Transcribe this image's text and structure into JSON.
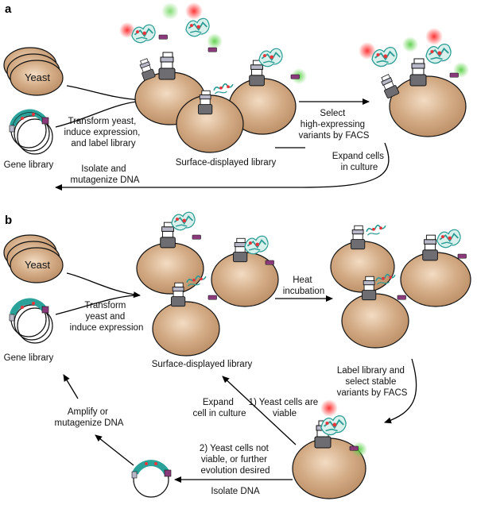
{
  "panel_a": {
    "tag": "a",
    "yeast": "Yeast",
    "gene_library": "Gene library",
    "transform": [
      "Transform yeast,",
      "induce expression,",
      "and label library"
    ],
    "surface_library": "Surface-displayed library",
    "select": [
      "Select",
      "high-expressing",
      "variants by FACS"
    ],
    "expand": [
      "Expand cells",
      "in culture"
    ],
    "isolate": [
      "Isolate and",
      "mutagenize DNA"
    ]
  },
  "panel_b": {
    "tag": "b",
    "yeast": "Yeast",
    "gene_library": "Gene library",
    "transform": [
      "Transform",
      "yeast and",
      "induce expression"
    ],
    "surface_library": "Surface-displayed library",
    "heat": [
      "Heat",
      "incubation"
    ],
    "label_select": [
      "Label library and",
      "select stable",
      "variants by FACS"
    ],
    "viable": [
      "1) Yeast cells are",
      "viable"
    ],
    "expand": [
      "Expand",
      "cell in culture"
    ],
    "not_viable": [
      "2) Yeast cells not",
      "viable, or further",
      "evolution desired"
    ],
    "isolate": "Isolate DNA",
    "amplify": [
      "Amplify or",
      "mutagenize DNA"
    ]
  },
  "colors": {
    "cell": "#c8a07a",
    "cell_edge": "#111111",
    "protein": "#2a9d94",
    "label_red": "#e8343a",
    "label_green": "#5ec44a",
    "plasmid_teal": "#2aa199",
    "plasmid_purple": "#8a3a7a",
    "linker_gray": "#6d6d72"
  }
}
